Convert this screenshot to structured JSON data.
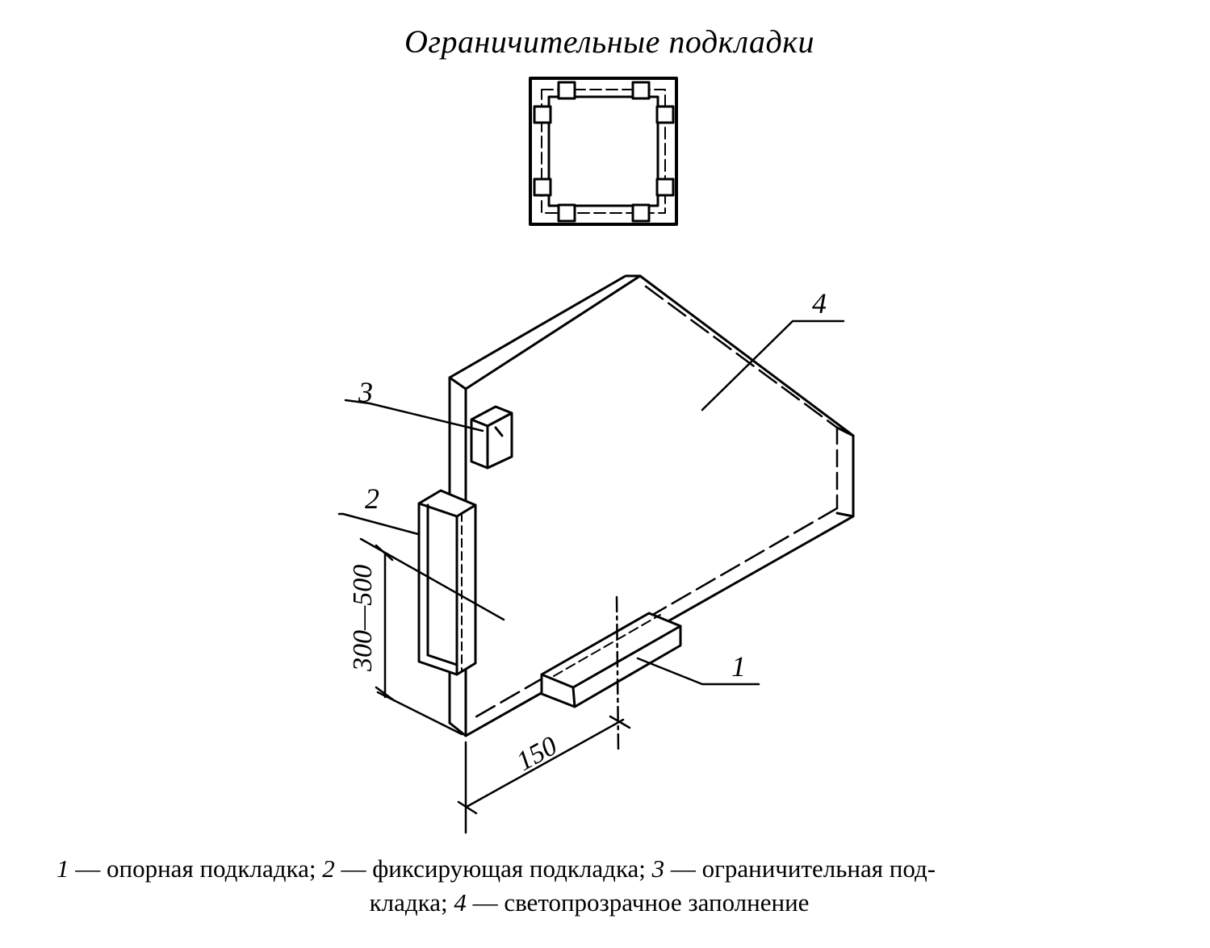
{
  "title": "Ограничительные подкладки",
  "labels": {
    "item1": "1",
    "item2": "2",
    "item3": "3",
    "item4": "4"
  },
  "dimensions": {
    "height_range": "300—500",
    "offset": "150"
  },
  "legend": {
    "n1": "1",
    "t1": " — опорная подкладка; ",
    "n2": "2",
    "t2": " — фиксирующая подкладка; ",
    "n3": "3",
    "t3": " — ограничительная под-",
    "t3b": "кладка; ",
    "n4": "4",
    "t4": " — светопрозрачное заполнение"
  }
}
